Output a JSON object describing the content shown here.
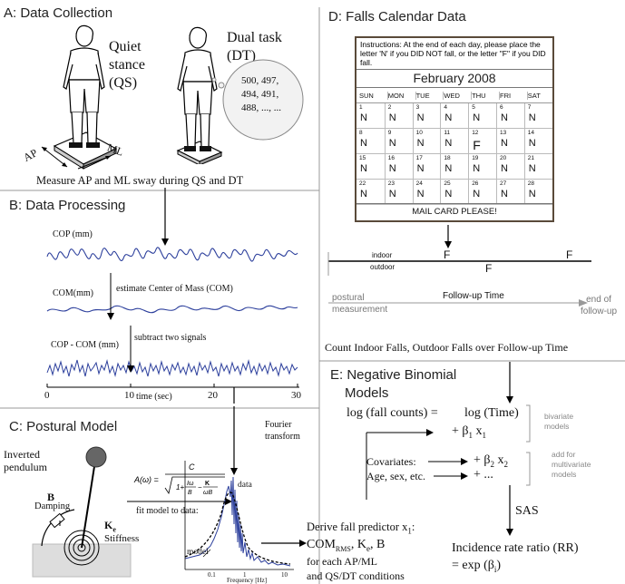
{
  "sectionA": {
    "title": "A: Data Collection",
    "quiet": [
      "Quiet",
      "stance",
      "(QS)"
    ],
    "dual": [
      "Dual task",
      "(DT)"
    ],
    "bubble": [
      "500, 497,",
      "494, 491,",
      "488, ..., ..."
    ],
    "ap": "AP",
    "ml": "ML",
    "caption": "Measure AP and ML sway during QS and DT"
  },
  "sectionB": {
    "title": "B: Data Processing",
    "cop": "COP (mm)",
    "com": "COM(mm)",
    "estimate": "estimate Center of Mass (COM)",
    "diff": "COP - COM (mm)",
    "subtract": "subtract two signals",
    "ticks": [
      "0",
      "10",
      "20",
      "30"
    ],
    "xlabel": "time (sec)"
  },
  "sectionC": {
    "title": "C: Postural Model",
    "inverted": [
      "Inverted",
      "pendulum"
    ],
    "b": "B",
    "damping": "Damping",
    "ke": "K",
    "ke_sub": "e",
    "stiffness": "Stiffness",
    "formula_lhs": "A(ω) =",
    "formula_c": "C",
    "fit": "fit model to data:",
    "data": "data",
    "model": "model",
    "freq_ticks": [
      "0.1",
      "1",
      "10"
    ],
    "freq_label": "Frequency [Hz]",
    "fourier": [
      "Fourier",
      "transform"
    ],
    "predictor": "Derive fall predictor x",
    "predictor_sub": "1",
    "comrms": "COM",
    "comrms_sub": "RMS",
    "comrms_rest": ", K",
    "comrms_rest_sub": "e",
    "comrms_tail": ", B",
    "for_each": "for each AP/ML",
    "conditions": "and QS/DT conditions"
  },
  "sectionD": {
    "title": "D: Falls Calendar Data",
    "instructions": "Instructions:  At the end of each day, please place the letter 'N' if you DID NOT fall, or the letter \"F\" if you DID fall.",
    "month": "February 2008",
    "days": [
      "SUN",
      "MON",
      "TUE",
      "WED",
      "THU",
      "FRI",
      "SAT"
    ],
    "weeks": [
      [
        [
          "1",
          "N"
        ],
        [
          "2",
          "N"
        ],
        [
          "3",
          "N"
        ],
        [
          "4",
          "N"
        ],
        [
          "5",
          "N"
        ],
        [
          "6",
          "N"
        ],
        [
          "7",
          "N"
        ]
      ],
      [
        [
          "8",
          "N"
        ],
        [
          "9",
          "N"
        ],
        [
          "10",
          "N"
        ],
        [
          "11",
          "N"
        ],
        [
          "12",
          "F"
        ],
        [
          "13",
          "N"
        ],
        [
          "14",
          "N"
        ]
      ],
      [
        [
          "15",
          "N"
        ],
        [
          "16",
          "N"
        ],
        [
          "17",
          "N"
        ],
        [
          "18",
          "N"
        ],
        [
          "19",
          "N"
        ],
        [
          "20",
          "N"
        ],
        [
          "21",
          "N"
        ]
      ],
      [
        [
          "22",
          "N"
        ],
        [
          "23",
          "N"
        ],
        [
          "24",
          "N"
        ],
        [
          "25",
          "N"
        ],
        [
          "26",
          "N"
        ],
        [
          "27",
          "N"
        ],
        [
          "28",
          "N"
        ]
      ]
    ],
    "mail": "MAIL CARD PLEASE!",
    "indoor": "indoor",
    "outdoor": "outdoor",
    "f": "F",
    "postural": [
      "postural",
      "measurement"
    ],
    "followup": "Follow-up Time",
    "end": [
      "end of",
      "follow-up"
    ],
    "caption": "Count Indoor Falls, Outdoor Falls over Follow-up Time"
  },
  "sectionE": {
    "title": [
      "E: Negative Binomial",
      "Models"
    ],
    "log_lhs": "log (fall counts) =",
    "log_rhs": "log (Time)",
    "beta1": "+ β",
    "beta1_sub": "1",
    "x1": " x",
    "x1_sub": "1",
    "bivariate": [
      "bivariate",
      "models"
    ],
    "covariates": "Covariates:",
    "beta2": "+ β",
    "beta2_sub": "2",
    "x2": " x",
    "x2_sub": "2",
    "age": "Age, sex, etc.",
    "plus": "+",
    "dots": "+ ...",
    "addfor": [
      "add for",
      "multivariate",
      "models"
    ],
    "sas": "SAS",
    "irr": "Incidence rate ratio (RR)",
    "exp": "= exp (β",
    "exp_sub": "i",
    "exp_close": ")"
  }
}
